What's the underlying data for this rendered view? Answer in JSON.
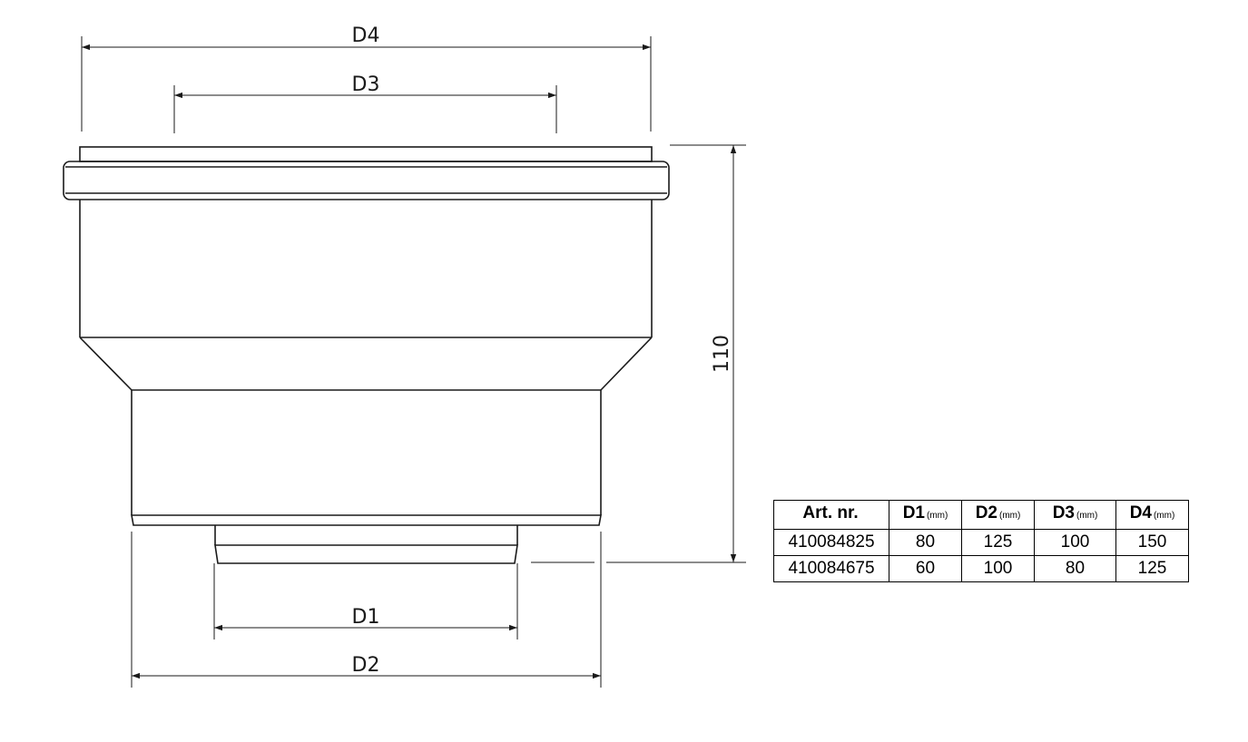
{
  "dimensions": {
    "d4_label": "D4",
    "d3_label": "D3",
    "d1_label": "D1",
    "d2_label": "D2",
    "height_label": "110"
  },
  "table": {
    "headers": [
      {
        "label": "Art. nr.",
        "unit": ""
      },
      {
        "label": "D1",
        "unit": "(mm)"
      },
      {
        "label": "D2",
        "unit": "(mm)"
      },
      {
        "label": "D3",
        "unit": "(mm)"
      },
      {
        "label": "D4",
        "unit": "(mm)"
      }
    ],
    "rows": [
      [
        "410084825",
        "80",
        "125",
        "100",
        "150"
      ],
      [
        "410084675",
        "60",
        "100",
        "80",
        "125"
      ]
    ]
  }
}
